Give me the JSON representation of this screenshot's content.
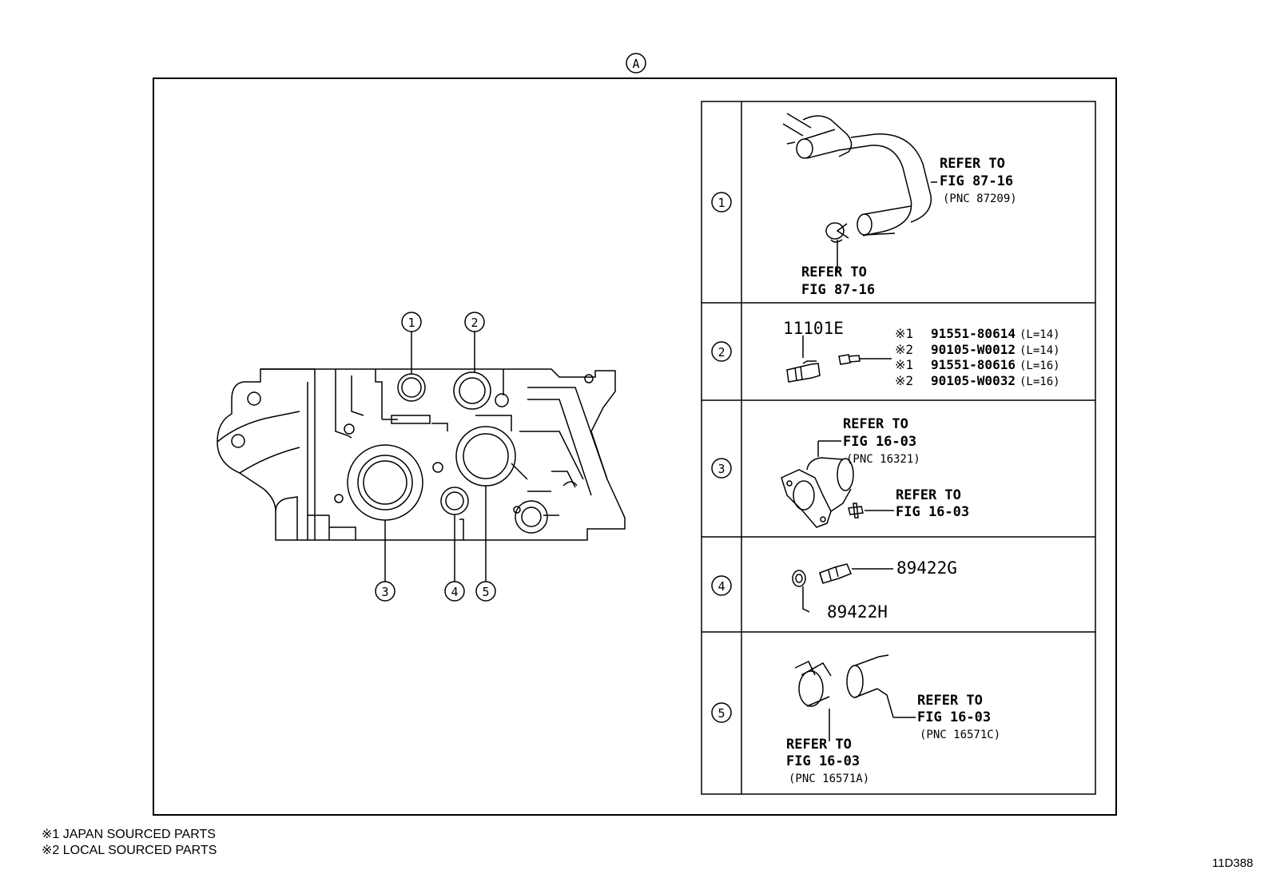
{
  "top_marker": "A",
  "callouts": [
    "1",
    "2",
    "3",
    "4",
    "5"
  ],
  "rows": [
    {
      "number": "1",
      "labels": {
        "upper": [
          "REFER TO",
          "FIG 87-16",
          "(PNC 87209)"
        ],
        "lower": [
          "REFER TO",
          "FIG 87-16"
        ]
      }
    },
    {
      "number": "2",
      "part": "11101E",
      "bolts": [
        {
          "mark": "※1",
          "pn": "91551-80614",
          "len": "(L=14)"
        },
        {
          "mark": "※2",
          "pn": "90105-W0012",
          "len": "(L=14)"
        },
        {
          "mark": "※1",
          "pn": "91551-80616",
          "len": "(L=16)"
        },
        {
          "mark": "※2",
          "pn": "90105-W0032",
          "len": "(L=16)"
        }
      ]
    },
    {
      "number": "3",
      "labels": {
        "upper": [
          "REFER TO",
          "FIG 16-03",
          "(PNC 16321)"
        ],
        "lower": [
          "REFER TO",
          "FIG 16-03"
        ]
      }
    },
    {
      "number": "4",
      "parts": [
        "89422G",
        "89422H"
      ]
    },
    {
      "number": "5",
      "labels": {
        "right": [
          "REFER TO",
          "FIG 16-03",
          "(PNC 16571C)"
        ],
        "lower": [
          "REFER TO",
          "FIG 16-03",
          "(PNC 16571A)"
        ]
      }
    }
  ],
  "notes": [
    "※1  JAPAN SOURCED PARTS",
    "※2  LOCAL SOURCED PARTS"
  ],
  "figure_code": "11D388"
}
